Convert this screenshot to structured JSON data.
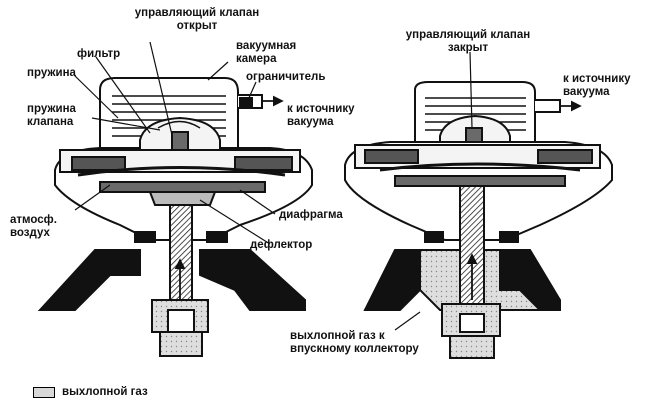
{
  "labels": {
    "valve_open": "управляющий клапан\nоткрыт",
    "vacuum_chamber": "вакуумная\nкамера",
    "limiter": "ограничитель",
    "to_vacuum_left": "к источнику\nвакуума",
    "filter": "фильтр",
    "spring": "пружина",
    "valve_spring": "пружина\nклапана",
    "atm_air": "атмосф.\nвоздух",
    "diaphragm": "диафрагма",
    "deflector": "дефлектор",
    "valve_closed": "управляющий клапан\nзакрыт",
    "to_vacuum_right": "к источнику\nвакуума",
    "exhaust_to_manifold": "выхлопной газ к\nвпускному коллектору"
  },
  "legend": {
    "exhaust_gas": "выхлопной газ"
  },
  "colors": {
    "ink": "#111111",
    "exhaust_fill": "#d8d8d8",
    "metal_fill": "#6a6a6a",
    "light_fill": "#f4f4f4"
  }
}
